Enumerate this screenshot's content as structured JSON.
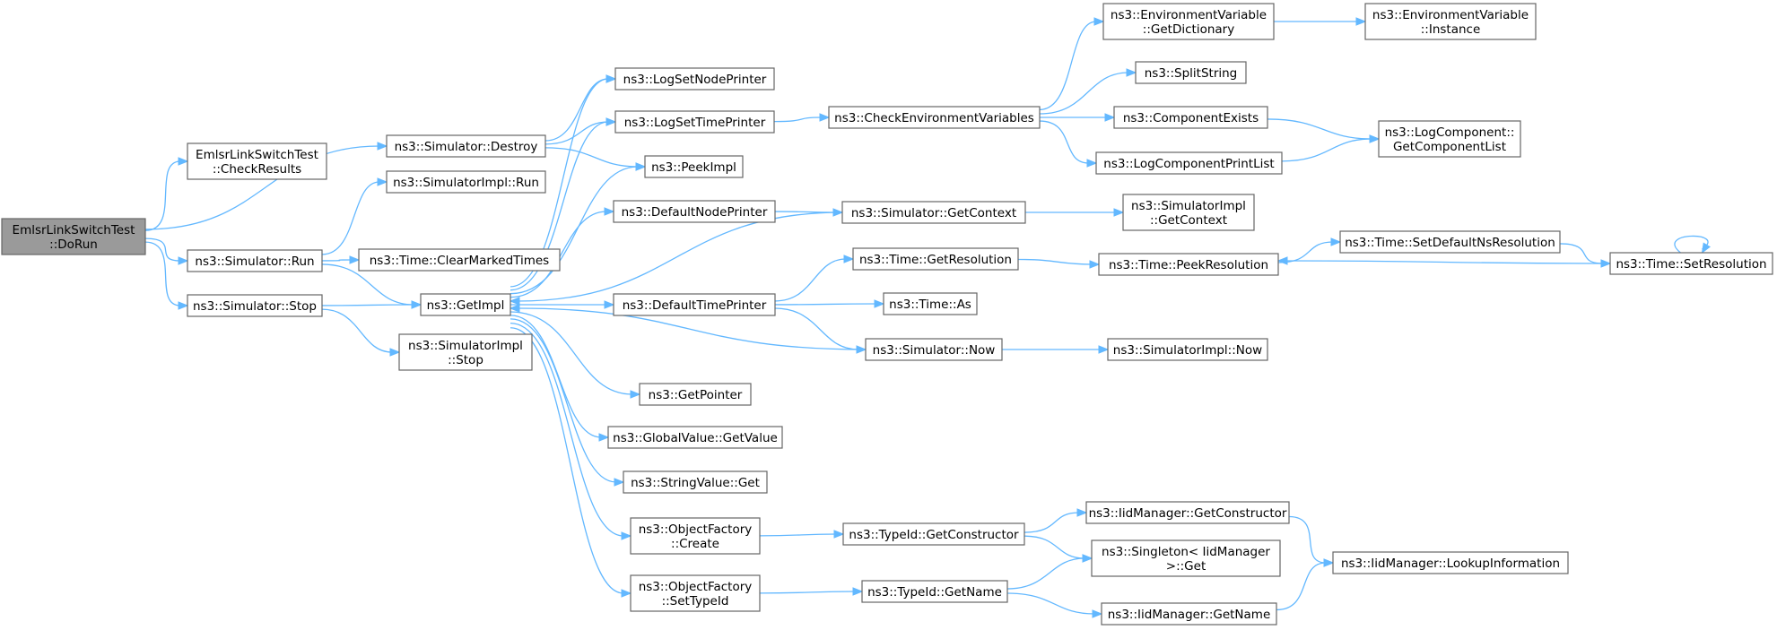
{
  "diagram": {
    "edge_color": "#63b8ff",
    "node_border_color": "#666666",
    "root_fill": "#9a9a9a",
    "nodes": [
      {
        "id": "dorun",
        "lines": [
          "EmlsrLinkSwitchTest",
          "::DoRun"
        ],
        "root": true
      },
      {
        "id": "checkresults",
        "lines": [
          "EmlsrLinkSwitchTest",
          "::CheckResults"
        ]
      },
      {
        "id": "destroy",
        "lines": [
          "ns3::Simulator::Destroy"
        ]
      },
      {
        "id": "run",
        "lines": [
          "ns3::Simulator::Run"
        ]
      },
      {
        "id": "stop",
        "lines": [
          "ns3::Simulator::Stop"
        ]
      },
      {
        "id": "implrun",
        "lines": [
          "ns3::SimulatorImpl::Run"
        ]
      },
      {
        "id": "clearmarked",
        "lines": [
          "ns3::Time::ClearMarkedTimes"
        ]
      },
      {
        "id": "getimpl",
        "lines": [
          "ns3::GetImpl"
        ]
      },
      {
        "id": "implstop",
        "lines": [
          "ns3::SimulatorImpl",
          "::Stop"
        ]
      },
      {
        "id": "lognode",
        "lines": [
          "ns3::LogSetNodePrinter"
        ]
      },
      {
        "id": "logtime",
        "lines": [
          "ns3::LogSetTimePrinter"
        ]
      },
      {
        "id": "peekimpl",
        "lines": [
          "ns3::PeekImpl"
        ]
      },
      {
        "id": "defnode",
        "lines": [
          "ns3::DefaultNodePrinter"
        ]
      },
      {
        "id": "deftime",
        "lines": [
          "ns3::DefaultTimePrinter"
        ]
      },
      {
        "id": "getpointer",
        "lines": [
          "ns3::GetPointer"
        ]
      },
      {
        "id": "gvget",
        "lines": [
          "ns3::GlobalValue::GetValue"
        ]
      },
      {
        "id": "svget",
        "lines": [
          "ns3::StringValue::Get"
        ]
      },
      {
        "id": "ofcreate",
        "lines": [
          "ns3::ObjectFactory",
          "::Create"
        ]
      },
      {
        "id": "ofsettype",
        "lines": [
          "ns3::ObjectFactory",
          "::SetTypeId"
        ]
      },
      {
        "id": "checkenv",
        "lines": [
          "ns3::CheckEnvironmentVariables"
        ]
      },
      {
        "id": "getcontext",
        "lines": [
          "ns3::Simulator::GetContext"
        ]
      },
      {
        "id": "getres",
        "lines": [
          "ns3::Time::GetResolution"
        ]
      },
      {
        "id": "timeas",
        "lines": [
          "ns3::Time::As"
        ]
      },
      {
        "id": "simnow",
        "lines": [
          "ns3::Simulator::Now"
        ]
      },
      {
        "id": "getctor",
        "lines": [
          "ns3::TypeId::GetConstructor"
        ]
      },
      {
        "id": "tgetname",
        "lines": [
          "ns3::TypeId::GetName"
        ]
      },
      {
        "id": "envdict",
        "lines": [
          "ns3::EnvironmentVariable",
          "::GetDictionary"
        ]
      },
      {
        "id": "envinst",
        "lines": [
          "ns3::EnvironmentVariable",
          "::Instance"
        ]
      },
      {
        "id": "splitstr",
        "lines": [
          "ns3::SplitString"
        ]
      },
      {
        "id": "compexists",
        "lines": [
          "ns3::ComponentExists"
        ]
      },
      {
        "id": "logcompprint",
        "lines": [
          "ns3::LogComponentPrintList"
        ]
      },
      {
        "id": "getcomplist",
        "lines": [
          "ns3::LogComponent::",
          "GetComponentList"
        ]
      },
      {
        "id": "implgetctx",
        "lines": [
          "ns3::SimulatorImpl",
          "::GetContext"
        ]
      },
      {
        "id": "peekres",
        "lines": [
          "ns3::Time::PeekResolution"
        ]
      },
      {
        "id": "setdefns",
        "lines": [
          "ns3::Time::SetDefaultNsResolution"
        ]
      },
      {
        "id": "setres",
        "lines": [
          "ns3::Time::SetResolution"
        ]
      },
      {
        "id": "implnow",
        "lines": [
          "ns3::SimulatorImpl::Now"
        ]
      },
      {
        "id": "iidgetctor",
        "lines": [
          "ns3::IidManager::GetConstructor"
        ]
      },
      {
        "id": "singleton",
        "lines": [
          "ns3::Singleton< IidManager",
          " >::Get"
        ]
      },
      {
        "id": "iidgetname",
        "lines": [
          "ns3::IidManager::GetName"
        ]
      },
      {
        "id": "lookup",
        "lines": [
          "ns3::IidManager::LookupInformation"
        ]
      }
    ]
  }
}
